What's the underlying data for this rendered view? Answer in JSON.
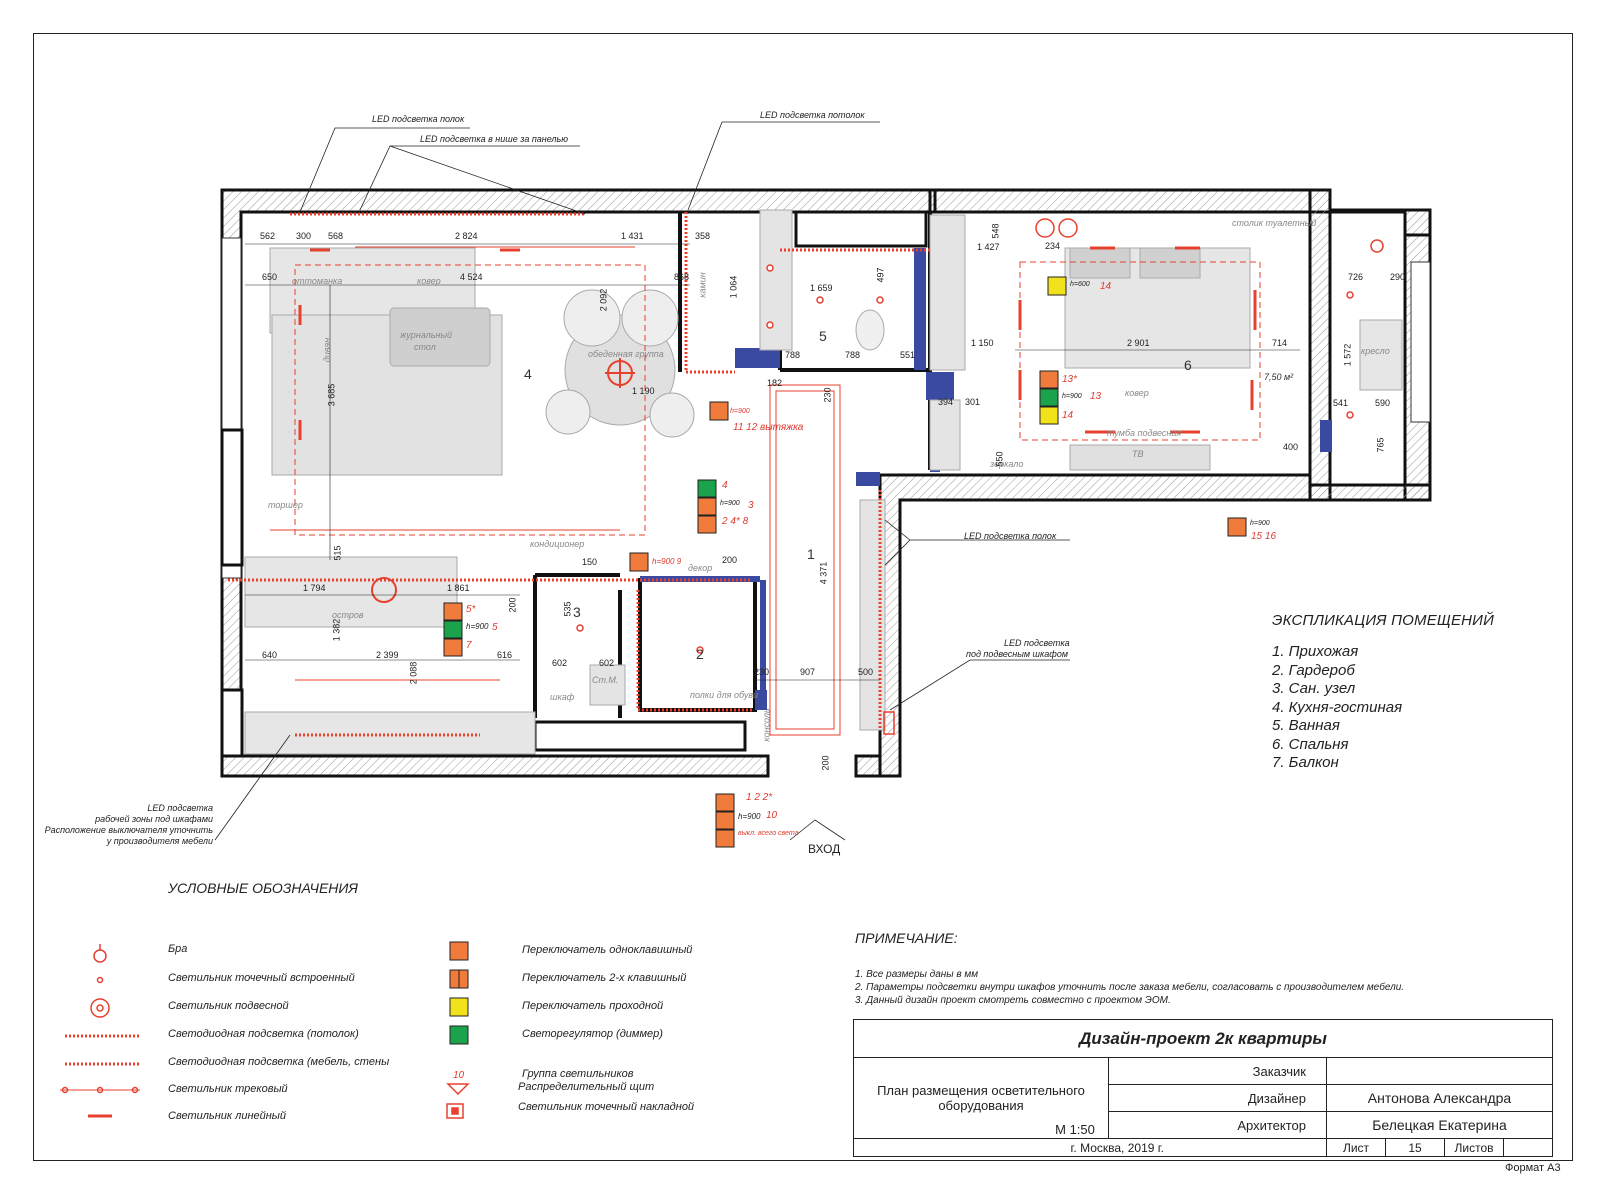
{
  "callouts": {
    "led_shelves_top": "LED подсветка полок",
    "led_niche": "LED подсветка в нише за панелью",
    "led_ceiling": "LED подсветка потолок",
    "led_shelves_right": "LED подсветка полок",
    "led_under_cabinet_1": "LED подсветка",
    "led_under_cabinet_2": "под подвесным шкафом",
    "led_work_1": "LED подсветка",
    "led_work_2": "рабочей зоны под шкафами",
    "led_work_3": "Расположение выключателя уточнить",
    "led_work_4": "у производителя мебели"
  },
  "rooms": {
    "n1": "1",
    "n2": "2",
    "n3": "3",
    "n4": "4",
    "n5": "5",
    "n6": "6"
  },
  "furniture": {
    "sofa": "диван",
    "ottoman": "оттоманка",
    "carpet": "ковер",
    "coffee_table_1": "журнальный",
    "coffee_table_2": "стол",
    "dining": "обеденная группа",
    "lamp": "торшер",
    "ac": "кондиционер",
    "island": "остров",
    "decor": "декор",
    "shoes": "полки для обуви",
    "console": "консоль",
    "mirror": "зеркало",
    "tv": "ТВ",
    "bedside": "тумба подвесная",
    "armchair": "кресло",
    "dressing": "столик туалетный",
    "carpet_bed": "ковер",
    "wm": "Ст.М.",
    "cab": "шкаф",
    "fireplace": "камин",
    "area": "7,50 м²"
  },
  "dimensions": [
    "562",
    "300",
    "568",
    "2 824",
    "1 431",
    "358",
    "650",
    "4 524",
    "868",
    "3 685",
    "2 092",
    "1 190",
    "1 794",
    "1 861",
    "640",
    "2 399",
    "616",
    "1 382",
    "2 088",
    "515",
    "200",
    "150",
    "535",
    "602",
    "602",
    "230",
    "907",
    "500",
    "4 371",
    "200",
    "1 659",
    "497",
    "788",
    "788",
    "551",
    "1 064",
    "1 427",
    "548",
    "234",
    "2 901",
    "714",
    "1 572",
    "726",
    "290",
    "541",
    "590",
    "765",
    "1 150",
    "394",
    "301",
    "550",
    "400",
    "182",
    "230",
    "200"
  ],
  "switches": {
    "s1": "h=900",
    "s1_nums": "11 12 вытяжка",
    "s2_n1": "4",
    "s2_h": "h=900",
    "s2_n2": "3",
    "s2_n3": "2 4* 8",
    "s3": "h=900 9",
    "s4_n1": "5*",
    "s4_h": "h=900",
    "s4_n2": "5",
    "s4_n3": "7",
    "s5_n1": "1 2 2*",
    "s5_h": "h=900",
    "s5_n2": "10",
    "s5_n3": "выкл. всего света",
    "s6_n1": "13*",
    "s6_h": "h=900",
    "s6_n2": "13",
    "s6_n3": "14",
    "s7": "h=600",
    "s7_n": "14",
    "s8": "h=900",
    "s8_n": "15 16"
  },
  "entry": "ВХОД",
  "explication": {
    "title": "ЭКСПЛИКАЦИЯ ПОМЕЩЕНИЙ",
    "items": [
      "1. Прихожая",
      "2. Гардероб",
      "3. Сан. узел",
      "4. Кухня-гостиная",
      "5. Ванная",
      "6. Спальня",
      "7. Балкон"
    ]
  },
  "legend": {
    "title": "УСЛОВНЫЕ ОБОЗНАЧЕНИЯ",
    "left": [
      "Бра",
      "Светильник точечный встроенный",
      "Светильник подвесной",
      "Светодиодная подсветка (потолок)",
      "Светодиодная подсветка (мебель, стены",
      "Светильник трековый",
      "Светильник линейный"
    ],
    "right": [
      "Переключатель одноклавишный",
      "Переключатель 2-х клавишный",
      "Переключатель проходной",
      "Светорегулятор (диммер)",
      "Группа светильников",
      "Распределительный щит",
      "Светильник точечный накладной"
    ],
    "group_num": "10"
  },
  "notes": {
    "title": "ПРИМЕЧАНИЕ:",
    "items": [
      "1. Все размеры даны в мм",
      "2. Параметры подсветки внутри шкафов уточнить после заказа мебели, согласовать с производителем мебели.",
      "3. Данный дизайн проект смотреть совместно с проектом ЭОМ."
    ]
  },
  "stamp": {
    "project": "Дизайн-проект 2к квартиры",
    "sheet_title_1": "План размещения осветительного",
    "sheet_title_2": "оборудования",
    "scale": "М 1:50",
    "customer_label": "Заказчик",
    "designer_label": "Дизайнер",
    "designer": "Антонова Александра",
    "architect_label": "Архитектор",
    "architect": "Белецкая Екатерина",
    "city": "г. Москва, 2019 г.",
    "sheet_label": "Лист",
    "sheet_num": "15",
    "sheets_label": "Листов"
  },
  "format": "Формат А3",
  "colors": {
    "light": "#e8402e",
    "wall": "#111111",
    "blue": "#3a4aa0",
    "switch": "#f07b3a",
    "yellow": "#f2e21c",
    "green": "#1aa34a"
  }
}
